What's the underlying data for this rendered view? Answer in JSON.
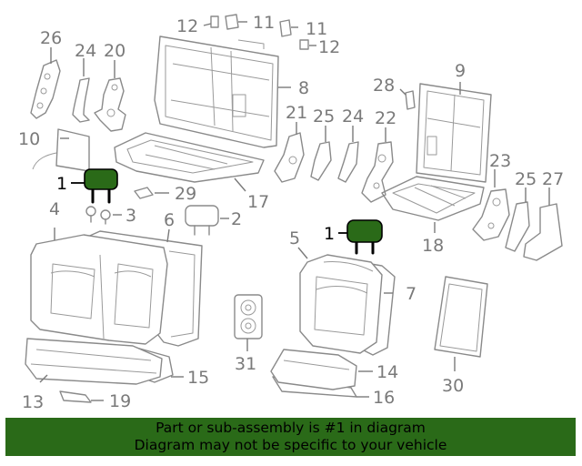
{
  "callouts": {
    "c1a": "1",
    "c1b": "1",
    "c2": "2",
    "c3": "3",
    "c4": "4",
    "c5": "5",
    "c6": "6",
    "c7": "7",
    "c8": "8",
    "c9": "9",
    "c10": "10",
    "c11a": "11",
    "c11b": "11",
    "c12a": "12",
    "c12b": "12",
    "c13": "13",
    "c14": "14",
    "c15": "15",
    "c16": "16",
    "c17": "17",
    "c18": "18",
    "c19": "19",
    "c20": "20",
    "c21": "21",
    "c22": "22",
    "c23": "23",
    "c24a": "24",
    "c24b": "24",
    "c25a": "25",
    "c25b": "25",
    "c26": "26",
    "c27": "27",
    "c28": "28",
    "c29": "29",
    "c30": "30",
    "c31": "31"
  },
  "highlight_part": "1",
  "colors": {
    "highlight": "#2a6a18",
    "line": "#8a8a8a",
    "label": "#7a7a7a"
  },
  "banner": {
    "line1": "Part or sub-assembly is #1 in diagram",
    "line2": "Diagram may not be specific to your vehicle"
  }
}
